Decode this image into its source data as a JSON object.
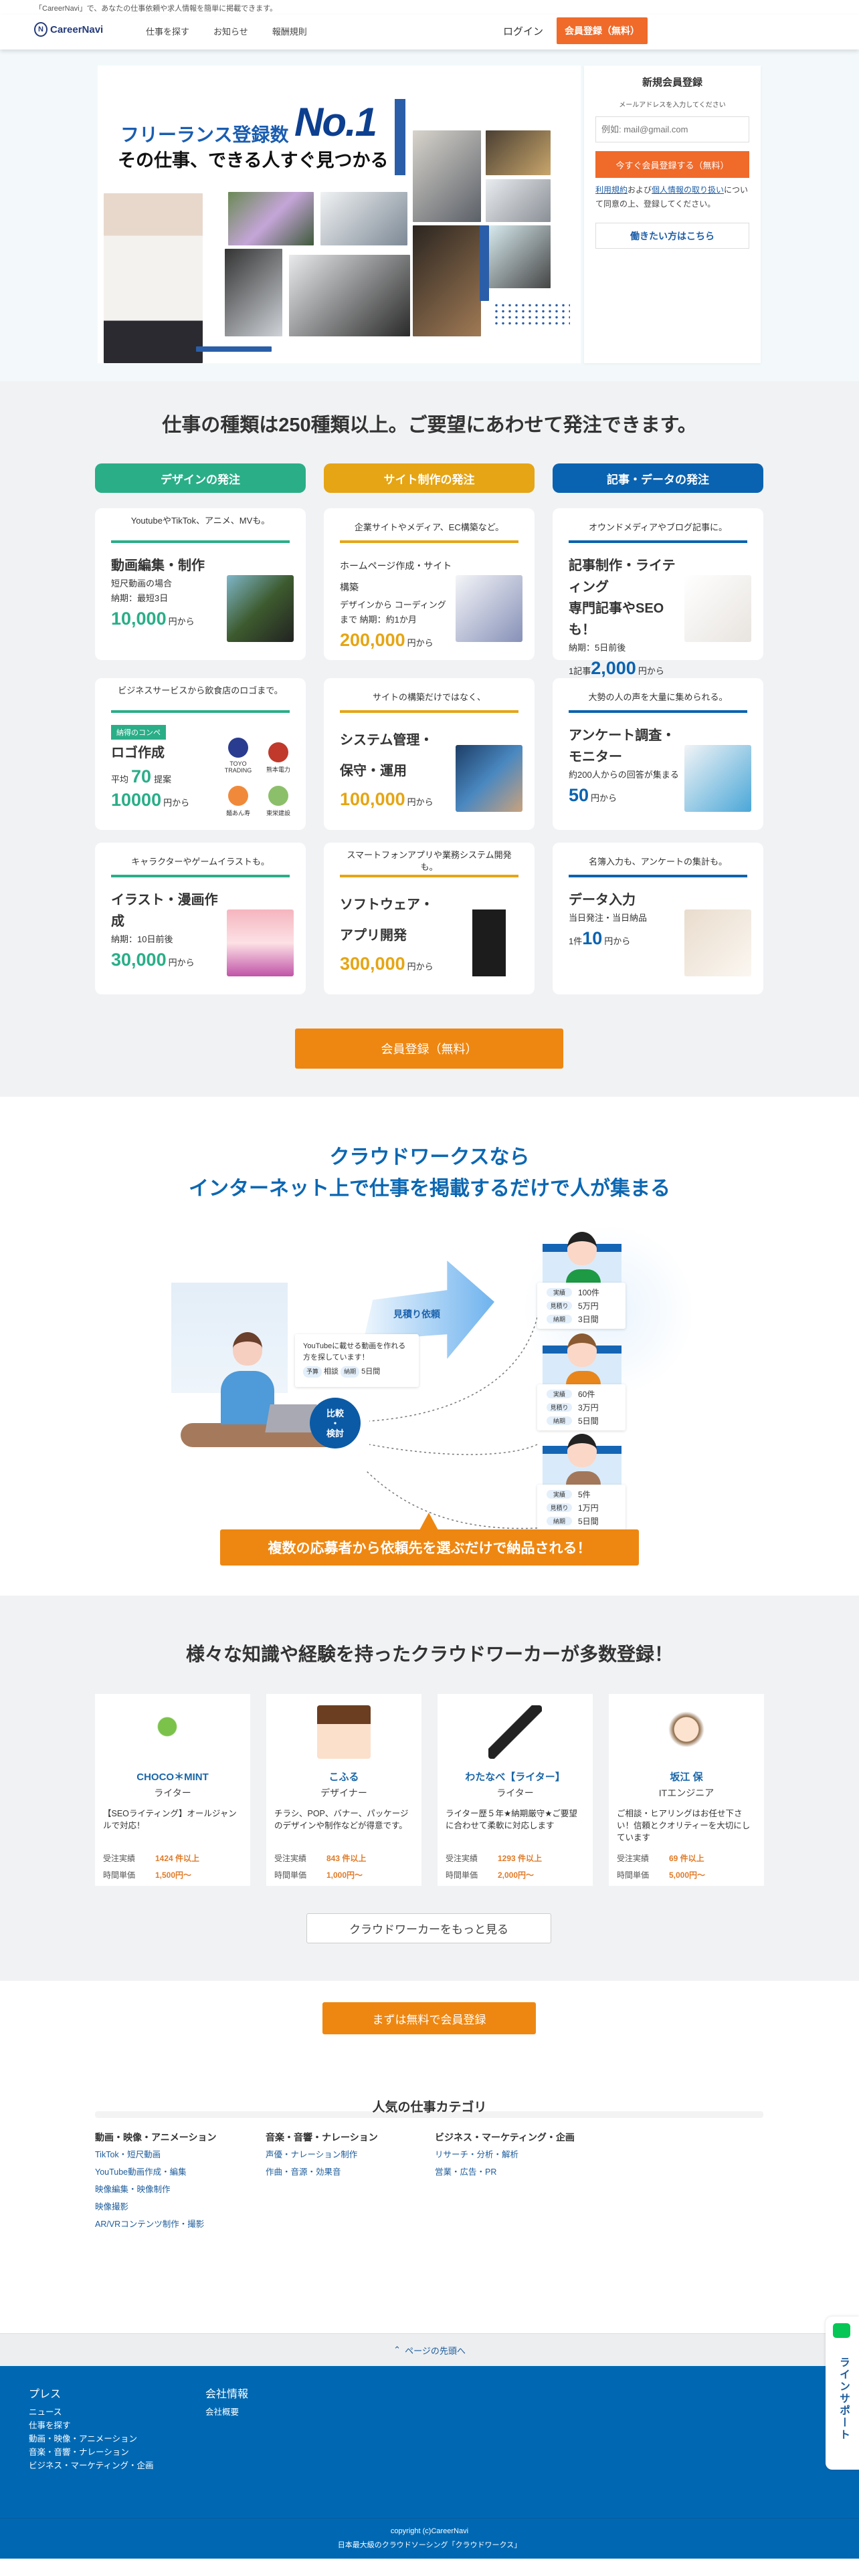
{
  "notice": "「CareerNavi」で、あなたの仕事依頼や求人情報を簡単に掲載できます。",
  "header": {
    "logo": "CareerNavi",
    "nav": [
      "仕事を探す",
      "お知らせ",
      "報酬規則"
    ],
    "login": "ログイン",
    "register": "会員登録（無料）"
  },
  "hero": {
    "headline_prefix": "フリーランス登録数",
    "headline_badge": "No.1",
    "subheadline": "その仕事、できる人すぐ見つかる"
  },
  "signup": {
    "title": "新規会員登録",
    "hint": "メールアドレスを入力してください",
    "email_placeholder": "例如: mail@gmail.com",
    "email_value": "",
    "submit": "今すぐ会員登録する（無料）",
    "terms_link": "利用規約",
    "terms_and": "および",
    "privacy_link": "個人情報の取り扱い",
    "terms_suffix": "について同意の上、登録してください。",
    "worker_button": "働きたい方はこちら"
  },
  "types": {
    "title": "仕事の種類は250種類以上。ご要望にあわせて発注できます。",
    "colors": [
      "#2aae88",
      "#e5a514",
      "#0a63b0"
    ],
    "categories": [
      "デザインの発注",
      "サイト制作の発注",
      "記事・データの発注"
    ],
    "cards": [
      {
        "tag": "YoutubeやTikTok、アニメ、MVも。",
        "title": [
          "動画編集・制作"
        ],
        "lines": [
          "短尺動画の場合",
          "納期：最短3日"
        ],
        "price_prefix": "",
        "price": "10,000",
        "price_suffix": "円から",
        "image": "video-devices-image"
      },
      {
        "tag": "企業サイトやメディア、EC構築など。",
        "title": [
          "ホームページ作成・サイト構築"
        ],
        "title_small": true,
        "lines": [
          "デザインから コーディングまで 納期：約1か月"
        ],
        "price_prefix": "",
        "price": "200,000",
        "price_suffix": "円から",
        "image": "responsive-site-image"
      },
      {
        "tag": "オウンドメディアやブログ記事に。",
        "title": [
          "記事制作・ライティング",
          "専門記事やSEOも！"
        ],
        "lines": [
          "納期：5日前後"
        ],
        "price_prefix": "1記事",
        "price": "2,000",
        "price_suffix": "円から",
        "image": "notebook-image"
      },
      {
        "tag": "ビジネスサービスから飲食店のロゴまで。",
        "badge": "納得のコンペ",
        "title": [
          "ロゴ作成"
        ],
        "avg": {
          "pre": "平均",
          "num": "70",
          "post": "提案"
        },
        "lines": [],
        "price_prefix": "",
        "price": "10000",
        "price_suffix": "円から",
        "logos": [
          "TOYO TRADING",
          "熊本電力",
          "麺あん寿",
          "東栄建設"
        ]
      },
      {
        "tag": "サイトの構築だけではなく、",
        "title": [
          "システム管理・",
          "保守・運用"
        ],
        "lines": [],
        "price_prefix": "",
        "price": "100,000",
        "price_suffix": "円から",
        "image": "laptop-system-image"
      },
      {
        "tag": "大勢の人の声を大量に集められる。",
        "title": [
          "アンケート調査・モニター"
        ],
        "lines": [
          "約200人からの回答が集まる"
        ],
        "price_prefix": "",
        "price": "50",
        "price_suffix": "円から",
        "image": "survey-chart-image"
      },
      {
        "tag": "キャラクターやゲームイラストも。",
        "title": [
          "イラスト・漫画作成"
        ],
        "lines": [
          "納期：10日前後"
        ],
        "price_prefix": "",
        "price": "30,000",
        "price_suffix": "円から",
        "image": "anime-character-image"
      },
      {
        "tag": "スマートフォンアプリや業務システム開発も。",
        "title": [
          "ソフトウェア・",
          "アプリ開発"
        ],
        "lines": [],
        "price_prefix": "",
        "price": "300,000",
        "price_suffix": "円から",
        "image": "smartphone-image"
      },
      {
        "tag": "名簿入力も、アンケートの集計も。",
        "title": [
          "データ入力"
        ],
        "lines": [
          "当日発注・当日納品"
        ],
        "price_prefix": "1件",
        "price": "10",
        "price_suffix": "円から",
        "image": "typing-keyboard-image"
      }
    ],
    "cta": "会員登録（無料）"
  },
  "how": {
    "title_line1": "クラウドワークスなら",
    "title_line2": "インターネット上で仕事を掲載するだけで人が集まる",
    "arrow_label": "見積り依頼",
    "request_text": "YouTubeに載せる動画を作れる方を探しています！",
    "request_budget_label": "予算",
    "request_budget": "相談",
    "request_deadline_label": "納期",
    "request_deadline": "5日間",
    "compare_line1": "比較",
    "compare_dot": "・",
    "compare_line2": "検討",
    "stat_labels": [
      "実績",
      "見積り",
      "納期"
    ],
    "applicants": [
      {
        "values": [
          "100件",
          "5万円",
          "3日間"
        ],
        "shirt": "#1e9a45",
        "hair": "#222"
      },
      {
        "values": [
          "60件",
          "3万円",
          "5日間"
        ],
        "shirt": "#e8861c",
        "hair": "#8a5a32"
      },
      {
        "values": [
          "5件",
          "1万円",
          "5日間"
        ],
        "shirt": "#a3785a",
        "hair": "#222"
      }
    ],
    "banner": "複数の応募者から依頼先を選ぶだけで納品される！"
  },
  "workers": {
    "title": "様々な知識や経験を持ったクラウドワーカーが多数登録！",
    "stat_labels": [
      "受注実績",
      "時間単価"
    ],
    "items": [
      {
        "name": "CHOCO＊MINT",
        "role": "ライター",
        "desc": "【SEOライティング】オールジャンルで対応！",
        "orders": "1424 件以上",
        "rate": "1,500円～"
      },
      {
        "name": "こふる",
        "role": "デザイナー",
        "desc": "チラシ、POP、バナー、パッケージのデザインや制作などが得意です。",
        "orders": "843 件以上",
        "rate": "1,000円～"
      },
      {
        "name": "わたなべ【ライター】",
        "role": "ライター",
        "desc": "ライター歴５年★納期厳守★ご要望に合わせて柔軟に対応します",
        "orders": "1293 件以上",
        "rate": "2,000円～"
      },
      {
        "name": "坂江 保",
        "role": "ITエンジニア",
        "desc": "ご相談・ヒアリングはお任せ下さい！信頼とクオリティーを大切にしています",
        "orders": "69 件以上",
        "rate": "5,000円～"
      }
    ],
    "more": "クラウドワーカーをもっと見る"
  },
  "cta2": "まずは無料で会員登録",
  "categories": {
    "title": "人気の仕事カテゴリ",
    "columns": [
      {
        "heading": "動画・映像・アニメーション",
        "links": [
          "TikTok・短尺動画",
          "YouTube動画作成・編集",
          "映像編集・映像制作",
          "映像撮影",
          "AR/VRコンテンツ制作・撮影"
        ]
      },
      {
        "heading": "音楽・音響・ナレーション",
        "links": [
          "声優・ナレーション制作",
          "作曲・音源・効果音"
        ]
      },
      {
        "heading": "ビジネス・マーケティング・企画",
        "links": [
          "リサーチ・分析・解析",
          "営業・広告・PR"
        ]
      }
    ]
  },
  "page_top": "ページの先頭へ",
  "side_tab": "ラインサポート",
  "footer": {
    "columns": [
      {
        "heading": "プレス",
        "links": [
          "ニュース",
          "仕事を探す",
          "動画・映像・アニメーション",
          "音楽・音響・ナレーション",
          "ビジネス・マーケティング・企画"
        ]
      },
      {
        "heading": "会社情報",
        "links": [
          "会社概要"
        ]
      }
    ],
    "copyright": "copyright (c)CareerNavi",
    "tagline": "日本最大級のクラウドソーシング「クラウドワークス」"
  }
}
